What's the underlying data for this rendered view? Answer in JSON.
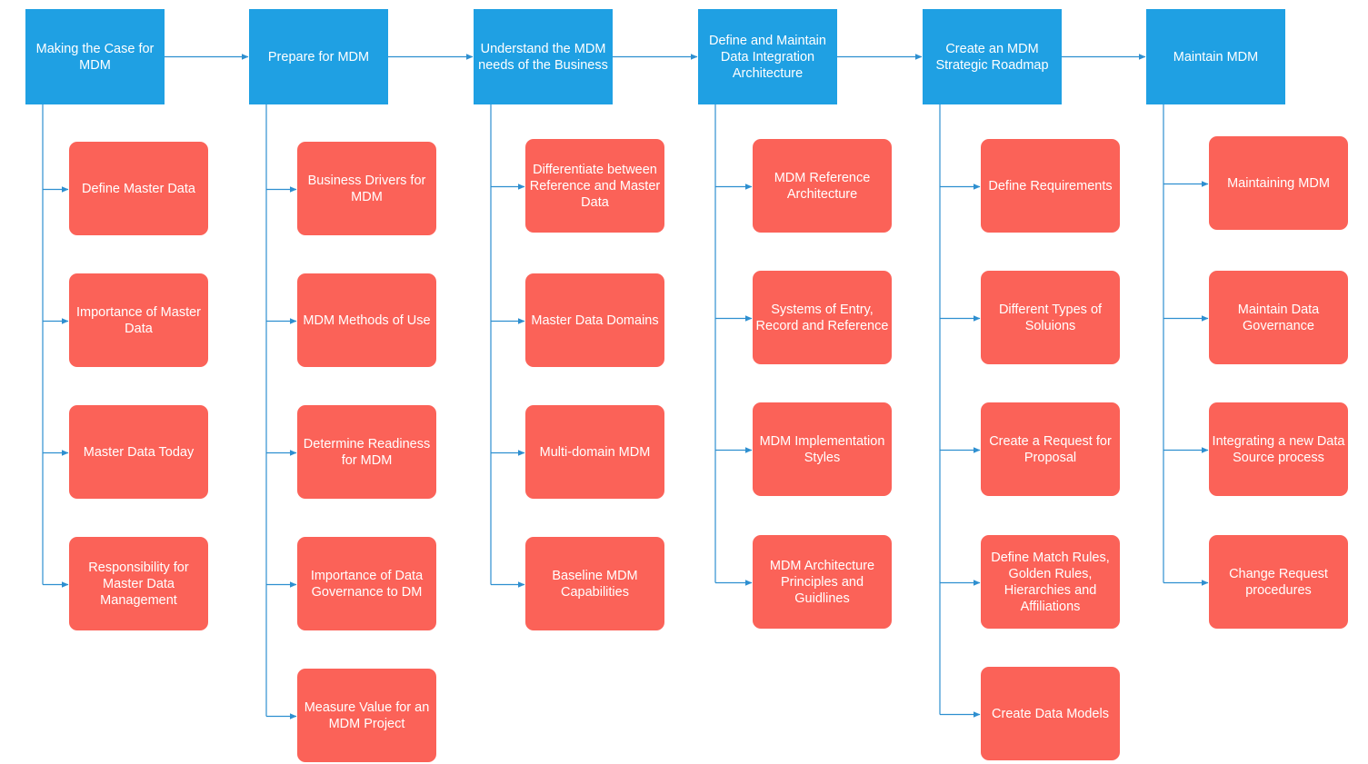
{
  "colors": {
    "stage_fill": "#1fa0e3",
    "task_fill": "#fb6258",
    "connector": "#2e8fd0",
    "text": "#ffffff"
  },
  "columns": [
    {
      "stage": "Making the Case for MDM",
      "tasks": [
        "Define Master Data",
        "Importance of Master Data",
        "Master Data Today",
        "Responsibility for Master Data Management"
      ]
    },
    {
      "stage": "Prepare for MDM",
      "tasks": [
        "Business Drivers for MDM",
        "MDM Methods of Use",
        "Determine Readiness for MDM",
        "Importance of Data Governance to DM",
        "Measure Value for an MDM Project"
      ]
    },
    {
      "stage": "Understand the MDM needs of the Business",
      "tasks": [
        "Differentiate between Reference and Master Data",
        "Master Data Domains",
        "Multi-domain MDM",
        "Baseline MDM Capabilities"
      ]
    },
    {
      "stage": "Define and Maintain Data Integration Architecture",
      "tasks": [
        "MDM Reference Architecture",
        "Systems of Entry, Record and Reference",
        "MDM Implementation Styles",
        "MDM Architecture Principles and Guidlines"
      ]
    },
    {
      "stage": "Create an MDM Strategic Roadmap",
      "tasks": [
        "Define Requirements",
        "Different Types of Soluions",
        "Create a Request for Proposal",
        "Define Match Rules, Golden Rules, Hierarchies and Affiliations",
        "Create Data Models"
      ]
    },
    {
      "stage": "Maintain MDM",
      "tasks": [
        "Maintaining MDM",
        "Maintain Data Governance",
        "Integrating a new Data Source process",
        "Change Request procedures"
      ]
    }
  ]
}
